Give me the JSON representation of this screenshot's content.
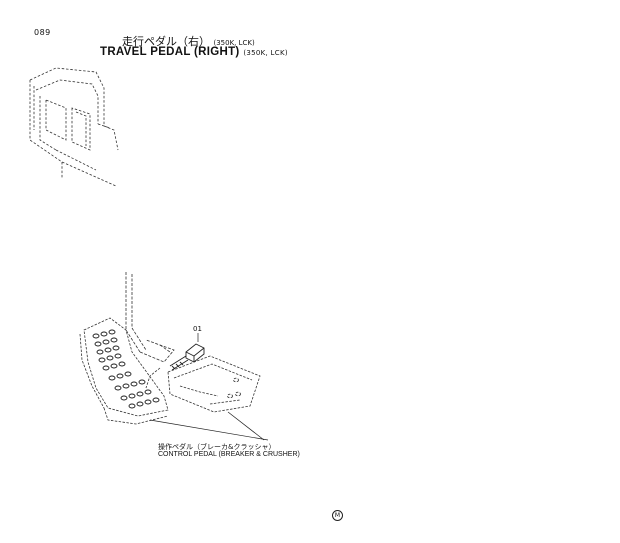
{
  "page_number": "089",
  "title": {
    "jp": "走行ペダル（右）",
    "jp_note": "(350K, LCK)",
    "en": "TRAVEL PEDAL (RIGHT)",
    "en_note": "(350K, LCK)"
  },
  "callout": "01",
  "caption": {
    "jp": "操作ペダル（ブレーカ&クラッシャ）",
    "en": "CONTROL PEDAL (BREAKER & CRUSHER)"
  },
  "mark": "M"
}
